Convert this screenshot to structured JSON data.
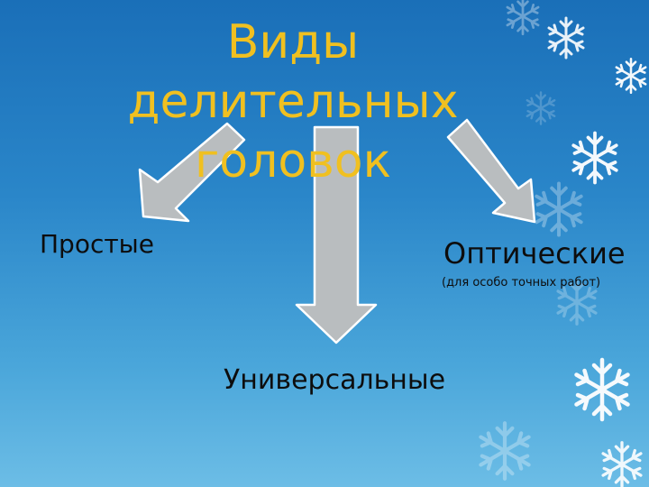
{
  "slide": {
    "title": "Виды делительных головок",
    "types": [
      {
        "label": "Простые",
        "note": ""
      },
      {
        "label": "Оптические",
        "note": "(для особо точных работ)"
      },
      {
        "label": "Универсальные",
        "note": ""
      }
    ]
  },
  "colors": {
    "background_top": "#1a6fb8",
    "background_bottom": "#6cbde6",
    "title": "#f0c020",
    "arrow_fill": "#b9bdbf",
    "arrow_stroke": "#ffffff",
    "snowflake": "#ffffff"
  },
  "icons": [
    "snowflake-icon",
    "arrow-down-left-icon",
    "arrow-down-icon",
    "arrow-down-right-icon"
  ]
}
